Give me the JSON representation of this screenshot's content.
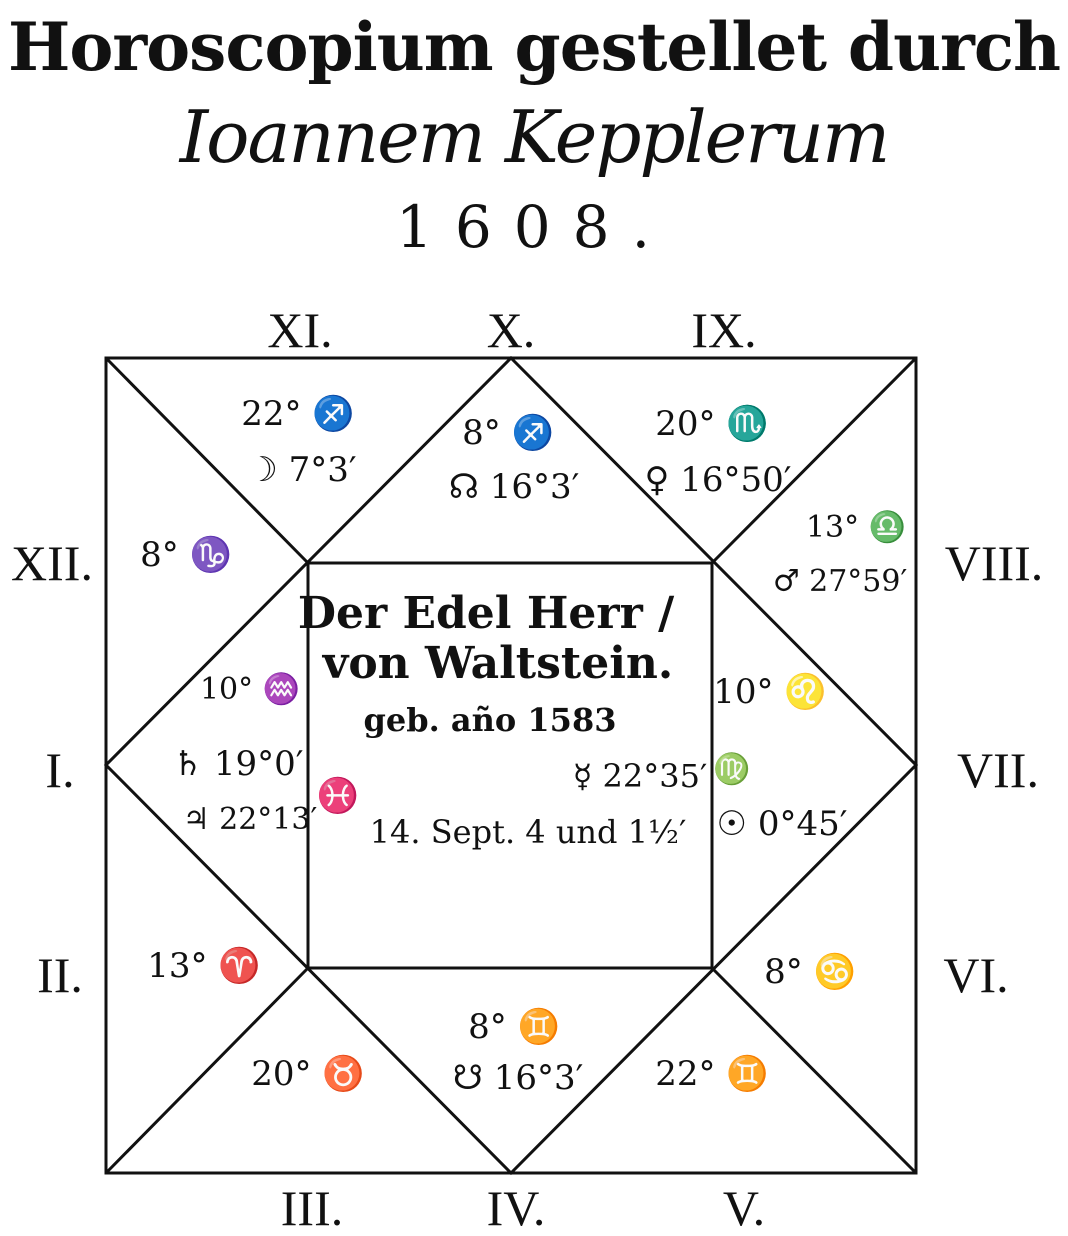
{
  "title": {
    "line1": "Horoscopium gestellet durch",
    "line2": "Ioannem Kepplerum",
    "line3": "1608."
  },
  "houses": {
    "I": "I.",
    "II": "II.",
    "III": "III.",
    "IV": "IV.",
    "V": "V.",
    "VI": "VI.",
    "VII": "VII.",
    "VIII": "VIII.",
    "IX": "IX.",
    "X": "X.",
    "XI": "XI.",
    "XII": "XII."
  },
  "cells": {
    "house_x_cusp": "8° ♐",
    "house_x_planet": "☊ 16°3′",
    "house_xi_cusp": "22° ♐",
    "house_xi_planet": "☽ 7°3′",
    "house_ix_cusp": "20° ♏",
    "house_ix_planet": "♀ 16°50′",
    "house_xii_cusp": "8° ♑",
    "house_viii_cusp": "13° ♎",
    "house_viii_planet": "♂ 27°59′",
    "house_i_cusp": "10° ♒",
    "house_i_saturn": "♄ 19°0′",
    "house_i_jupiter": "♃ 22°13′",
    "house_i_pisces": "♓",
    "house_vii_cusp": "10° ♌",
    "house_vii_virgo": "♍",
    "house_vii_sun": "☉ 0°45′",
    "house_ii_cusp": "13° ♈",
    "house_vi_cusp": "8° ♋",
    "house_iii_cusp": "20° ♉",
    "house_iv_cusp": "8° ♊",
    "house_iv_planet": "☋ 16°3′",
    "house_v_cusp": "22° ♊"
  },
  "center": {
    "line1": "Der Edel Herr /",
    "line2": "von Waltstein.",
    "line3": "geb. año 1583",
    "mercury": "☿ 22°35′",
    "line4": "14. Sept. 4 und 1½′"
  }
}
